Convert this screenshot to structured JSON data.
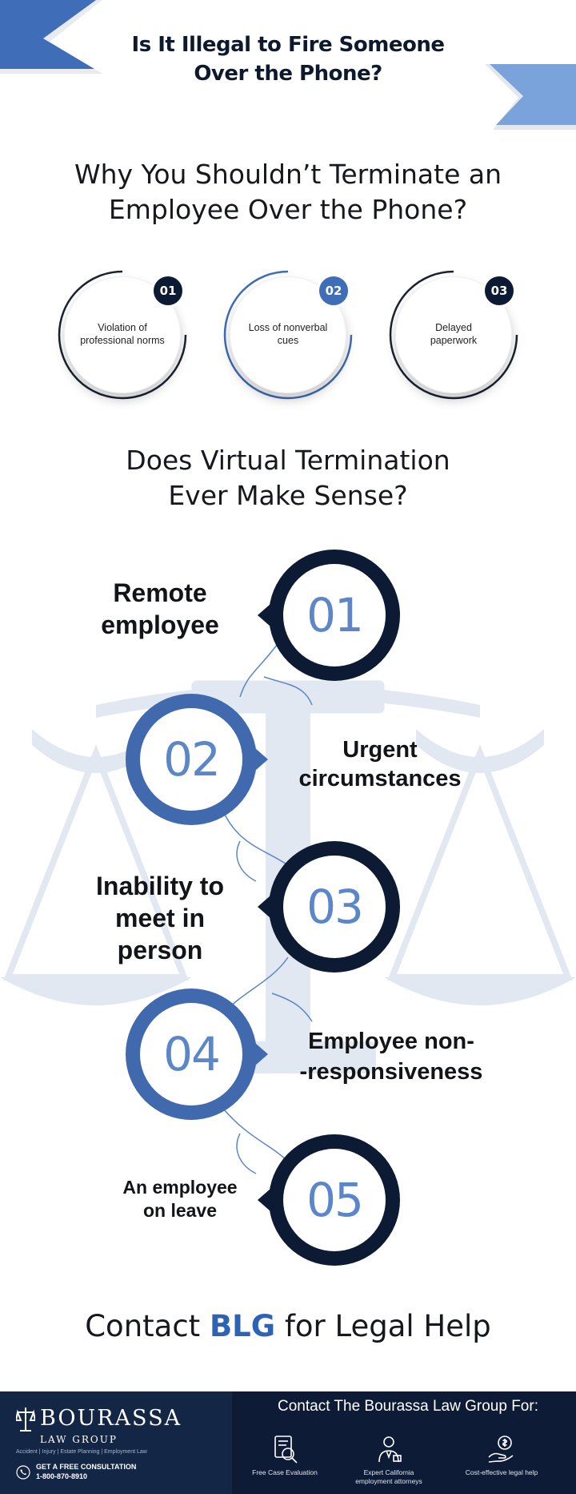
{
  "header": {
    "title_line1": "Is It Illegal to Fire Someone",
    "title_line2": "Over the Phone?"
  },
  "section1": {
    "heading_line1": "Why You Shouldn’t Terminate an",
    "heading_line2": "Employee Over the Phone?",
    "reasons": [
      {
        "number": "01",
        "label_line1": "Violation of",
        "label_line2": "professional norms"
      },
      {
        "number": "02",
        "label_line1": "Loss of nonverbal",
        "label_line2": "cues"
      },
      {
        "number": "03",
        "label_line1": "Delayed",
        "label_line2": "paperwork"
      }
    ]
  },
  "section2": {
    "heading_line1": "Does Virtual Termination",
    "heading_line2": "Ever Make Sense?",
    "items": [
      {
        "number": "01",
        "lines": [
          "Remote",
          "employee"
        ]
      },
      {
        "number": "02",
        "lines": [
          "Urgent",
          "circumstances"
        ]
      },
      {
        "number": "03",
        "lines": [
          "Inability to",
          "meet in",
          "person"
        ]
      },
      {
        "number": "04",
        "lines": [
          "Employee non-",
          "-responsiveness"
        ]
      },
      {
        "number": "05",
        "lines": [
          "An employee",
          "on leave"
        ]
      }
    ]
  },
  "cta": {
    "prefix": "Contact ",
    "brand": "BLG",
    "suffix": " for Legal Help"
  },
  "footer": {
    "logo_name": "BOURASSA",
    "logo_sub": "LAW GROUP",
    "practice_areas": "Accident | Injury | Estate Planning | Employment Law",
    "consult_label": "GET A FREE CONSULTATION",
    "consult_phone": "1-800-870-8910",
    "title": "Contact The Bourassa Law Group For:",
    "services": [
      {
        "icon": "document-magnifier-icon",
        "lines": [
          "Free Case Evaluation"
        ]
      },
      {
        "icon": "attorney-icon",
        "lines": [
          "Expert California",
          "employment attorneys"
        ]
      },
      {
        "icon": "money-hand-icon",
        "lines": [
          "Cost-effective legal help"
        ]
      }
    ]
  },
  "colors": {
    "navy": "#0c1a33",
    "accent_blue": "#4169ad",
    "number_blue": "#5b86c7",
    "brand_blue": "#2d63b4",
    "footer_bg": "#0d1b36",
    "watermark": "#e2e8f1"
  }
}
